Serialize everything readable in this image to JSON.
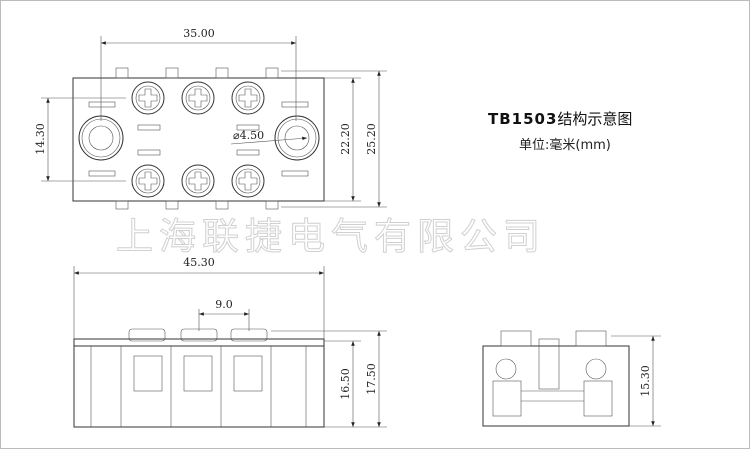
{
  "title": {
    "model": "TB1503",
    "suffix": "结构示意图"
  },
  "unit_label": "单位:毫米(mm)",
  "watermark": "上海联捷电气有限公司",
  "dimensions": {
    "top_width": "35.00",
    "hole_pitch_vertical": "14.30",
    "hole_diameter": "⌀4.50",
    "inner_height": "22.20",
    "outer_height": "25.20",
    "front_width": "45.30",
    "terminal_pitch": "9.0",
    "body_height": "16.50",
    "total_height": "17.50",
    "side_height": "15.30"
  }
}
